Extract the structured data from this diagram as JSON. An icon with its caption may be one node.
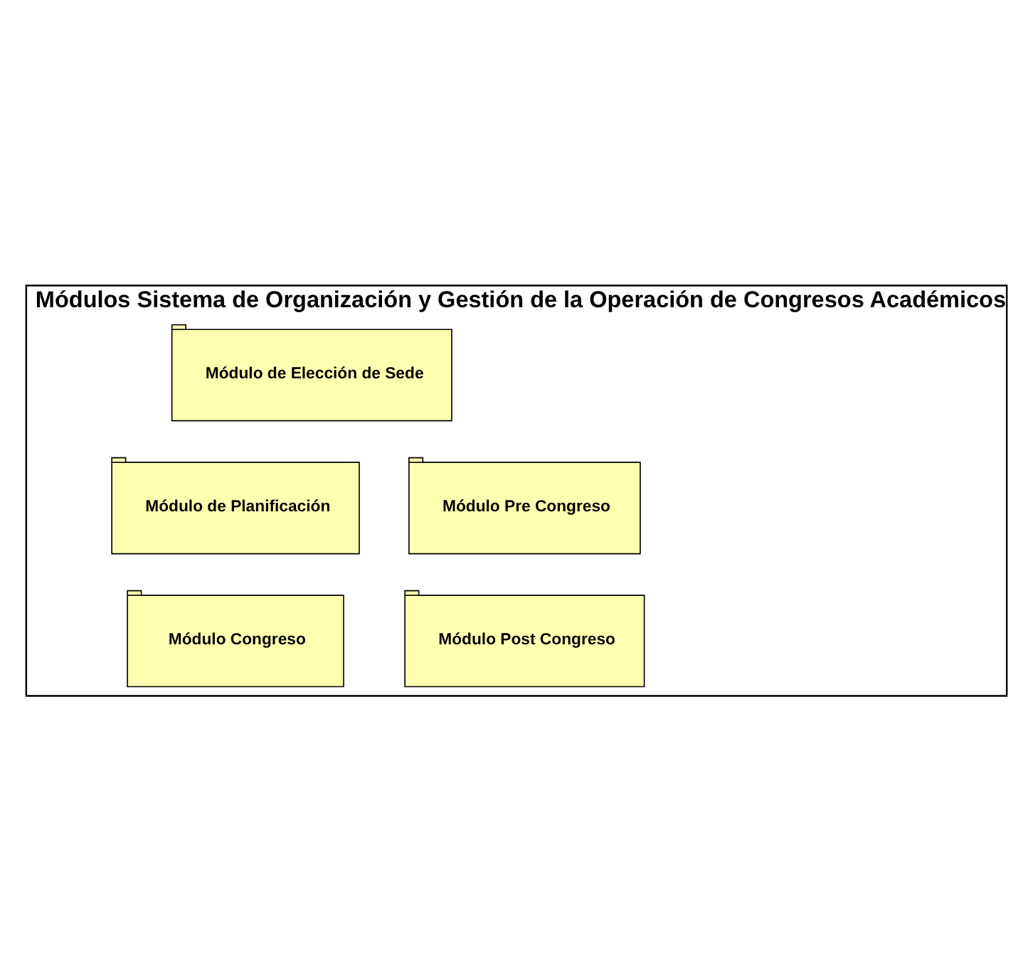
{
  "diagram": {
    "nodes": [
      {
        "text": [
          "Módulos Sistema de Organización y Gestión de la Operación de Congresos Académicos"
        ]
      },
      {
        "text": [
          "Módulo de Elección de Sede"
        ],
        "in": 0
      },
      {
        "text": [
          "Módulo de Planificación"
        ],
        "in": 0
      },
      {
        "text": [
          "Módulo Pre Congreso"
        ],
        "in": 0
      },
      {
        "text": [
          "Módulo Congreso"
        ],
        "in": 0
      },
      {
        "text": [
          "Módulo Post Congreso"
        ],
        "in": 0
      }
    ],
    "edges": []
  }
}
